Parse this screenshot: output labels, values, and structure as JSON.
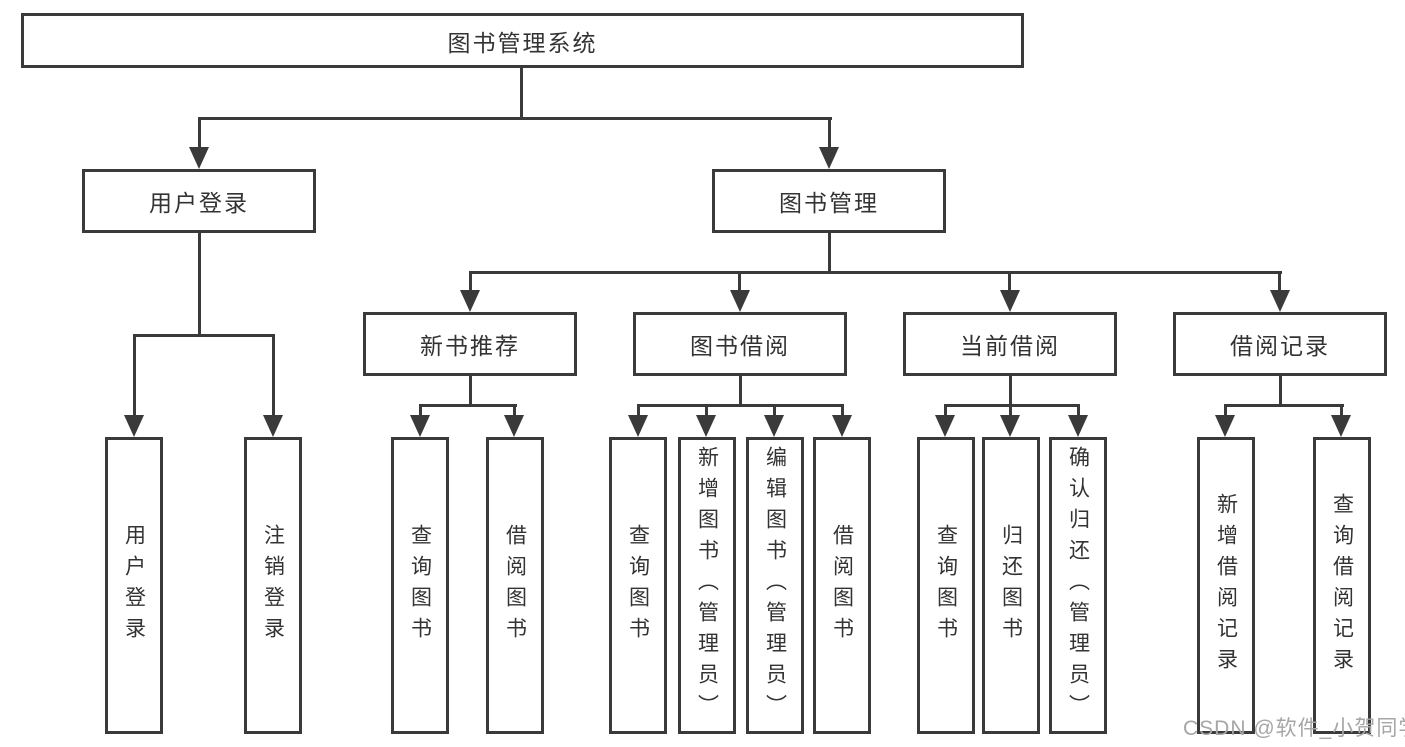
{
  "colors": {
    "line": "#3a3a3a",
    "text": "#333333",
    "background": "#ffffff",
    "watermark": "#a6a6a6"
  },
  "watermark": {
    "text": "CSDN @软件_小贺同学"
  },
  "tree": {
    "root": {
      "label": "图书管理系统",
      "children": [
        {
          "label": "用户登录",
          "children": [
            {
              "label": "用户登录"
            },
            {
              "label": "注销登录"
            }
          ]
        },
        {
          "label": "图书管理",
          "children": [
            {
              "label": "新书推荐",
              "children": [
                {
                  "label": "查询图书"
                },
                {
                  "label": "借阅图书"
                }
              ]
            },
            {
              "label": "图书借阅",
              "children": [
                {
                  "label": "查询图书"
                },
                {
                  "label": "新增图书（管理员）"
                },
                {
                  "label": "编辑图书（管理员）"
                },
                {
                  "label": "借阅图书"
                }
              ]
            },
            {
              "label": "当前借阅",
              "children": [
                {
                  "label": "查询图书"
                },
                {
                  "label": "归还图书"
                },
                {
                  "label": "确认归还（管理员）"
                }
              ]
            },
            {
              "label": "借阅记录",
              "children": [
                {
                  "label": "新增借阅记录"
                },
                {
                  "label": "查询借阅记录"
                }
              ]
            }
          ]
        }
      ]
    }
  }
}
